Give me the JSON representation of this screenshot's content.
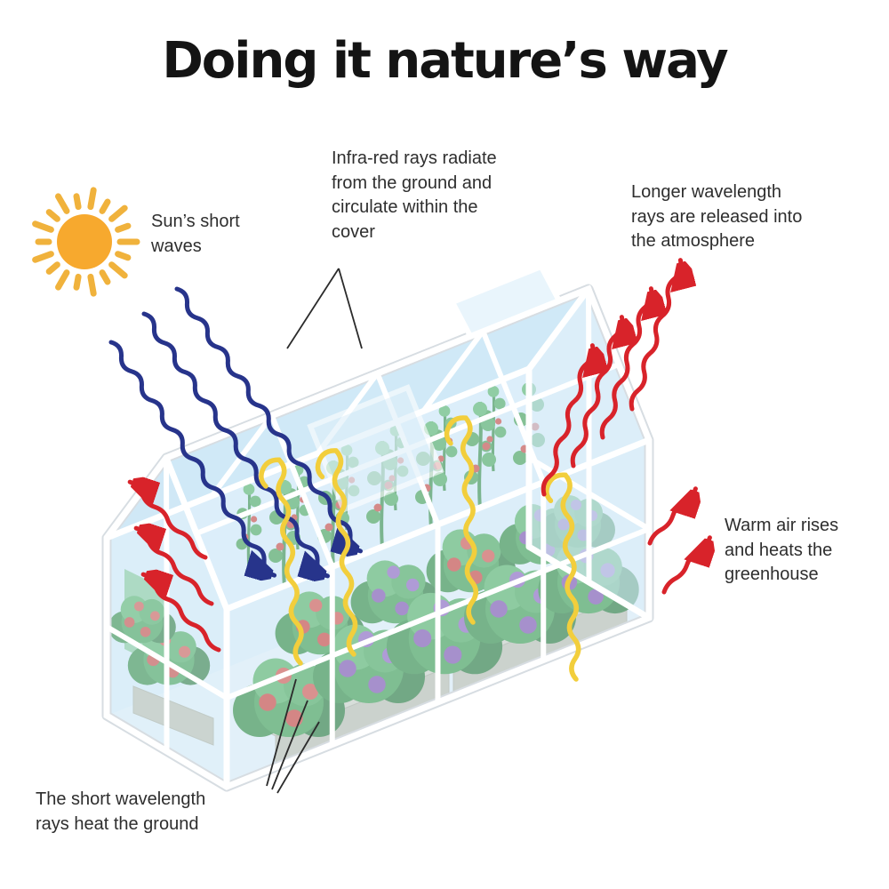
{
  "title": "Doing it nature’s way",
  "annotations": {
    "sun_short_waves": "Sun’s short waves",
    "infrared_circulate": "Infra-red rays radiate from the ground and circulate within the cover",
    "longer_wavelength_released": "Longer wavelength rays are released into the atmosphere",
    "warm_air_rises": "Warm air rises and heats the greenhouse",
    "short_wavelength_ground": "The short wavelength rays heat the ground"
  },
  "diagram": {
    "subject": "greenhouse effect illustration",
    "colors": {
      "sun": "#F7A92E",
      "sun_rays": "#F0B23C",
      "short_wave_arrows": "#27348B",
      "infrared_arrows": "#F2CE3C",
      "released_arrows": "#D8232A",
      "warm_air_arrows": "#D8232A",
      "glass": "#CFE9F7",
      "frame": "#FFFFFF",
      "foliage": "#4AA24F",
      "tomatoes": "#D8453A",
      "flowers": "#8A56B0"
    }
  }
}
